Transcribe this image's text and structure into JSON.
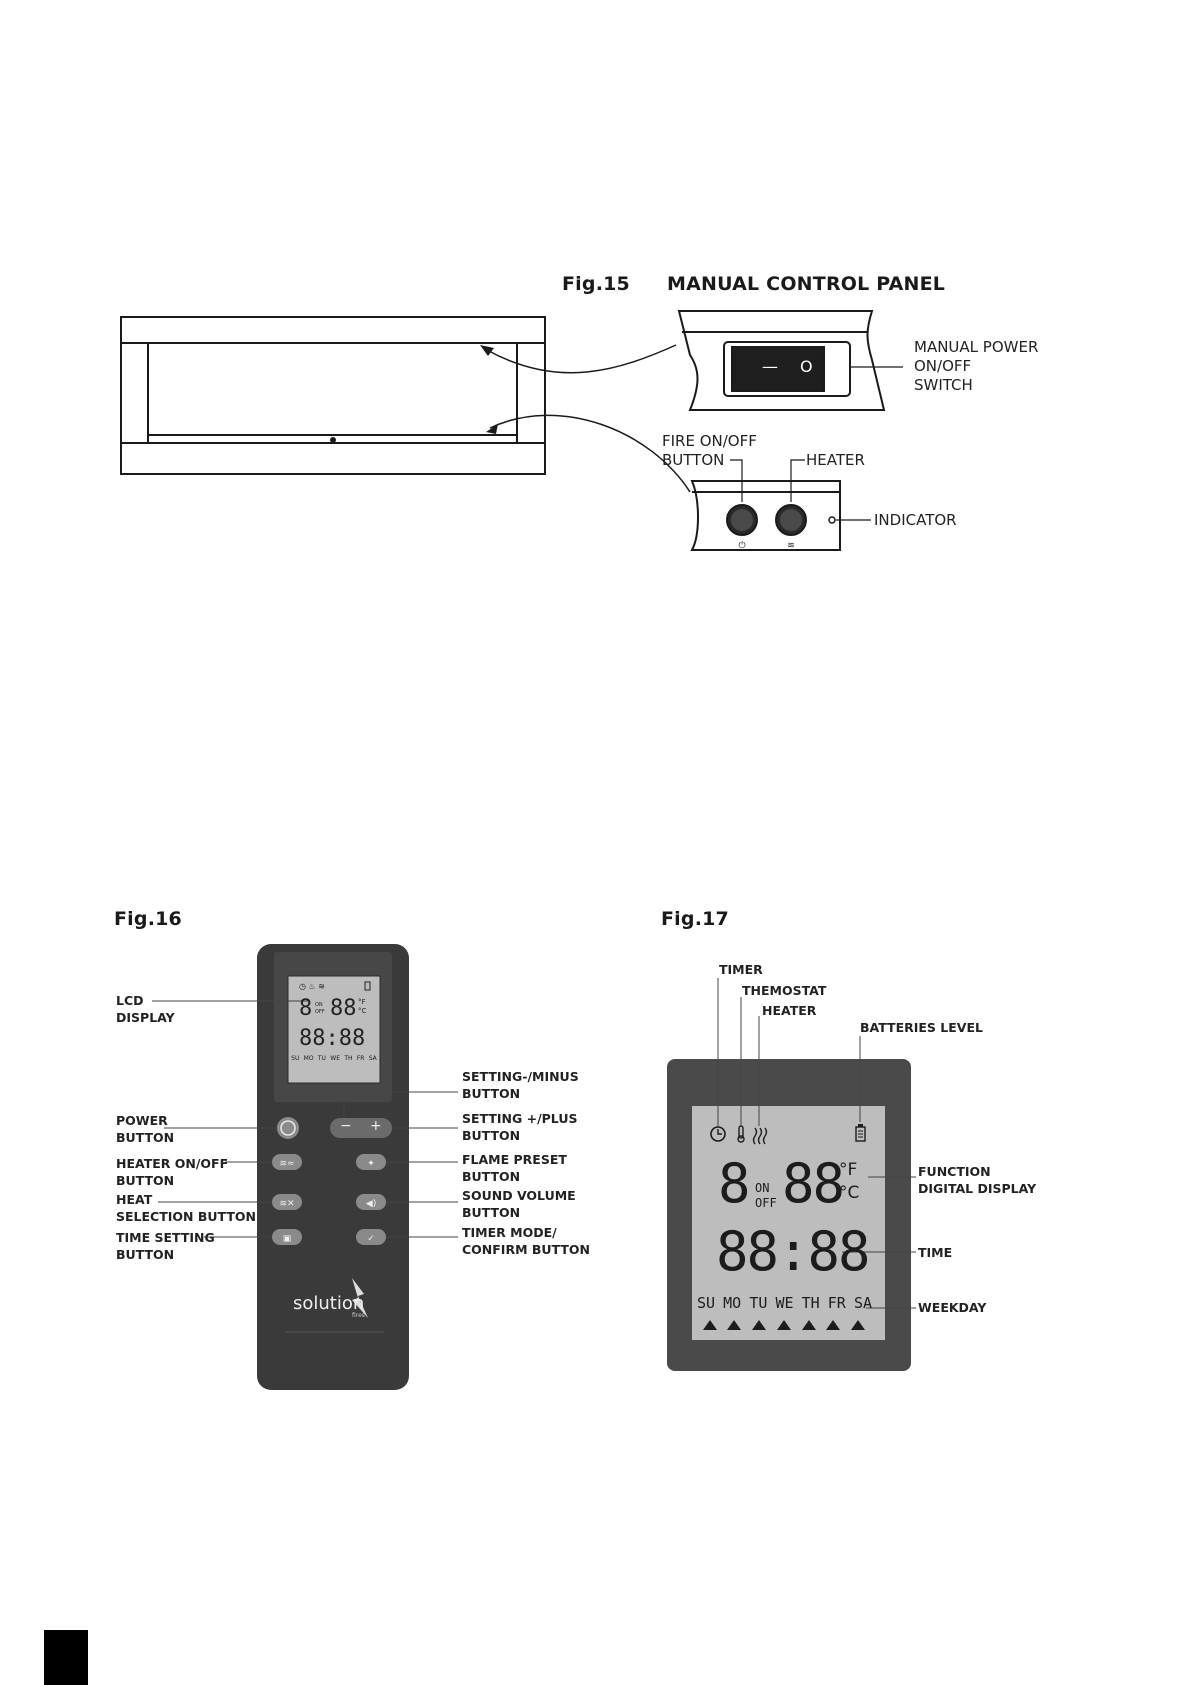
{
  "fig15": {
    "number": "Fig.15",
    "title": "MANUAL CONTROL PANEL",
    "labels": {
      "power_switch": "MANUAL POWER\nON/OFF\nSWITCH",
      "fire_button": "FIRE ON/OFF\nBUTTON",
      "heater": "HEATER",
      "indicator": "INDICATOR"
    },
    "switch_symbols": {
      "off": "—",
      "on": "O"
    }
  },
  "fig16": {
    "number": "Fig.16",
    "left_labels": {
      "lcd": "LCD\nDISPLAY",
      "power": "POWER\nBUTTON",
      "heater_onoff": "HEATER ON/OFF\nBUTTON",
      "heat_selection": "HEAT\nSELECTION BUTTON",
      "time_setting": "TIME SETTING\nBUTTON"
    },
    "right_labels": {
      "minus": "SETTING-/MINUS\nBUTTON",
      "plus": "SETTING +/PLUS\nBUTTON",
      "flame_preset": "FLAME PRESET\nBUTTON",
      "sound_volume": "SOUND VOLUME\nBUTTON",
      "timer_mode": "TIMER MODE/\nCONFIRM BUTTON"
    },
    "brand": "solution",
    "brand_sub": "fires",
    "button_symbols": {
      "minus": "−",
      "plus": "+"
    }
  },
  "fig17": {
    "number": "Fig.17",
    "labels": {
      "timer": "TIMER",
      "thermostat": "THEMOSTAT",
      "heater": "HEATER",
      "batteries": "BATTERIES LEVEL",
      "function_display": "FUNCTION\nDIGITAL DISPLAY",
      "time": "TIME",
      "weekday": "WEEKDAY"
    }
  },
  "lcd": {
    "digit_small": "8",
    "on": "ON",
    "off": "OFF",
    "temp": "88",
    "unit_f": "°F",
    "unit_c": "°C",
    "clock": "88:88",
    "days": [
      "SU",
      "MO",
      "TU",
      "WE",
      "TH",
      "FR",
      "SA"
    ]
  },
  "colors": {
    "remote_body": "#3a3a3a",
    "lcd_background": "#bdbdbd",
    "frame": "#4a4a4a"
  }
}
